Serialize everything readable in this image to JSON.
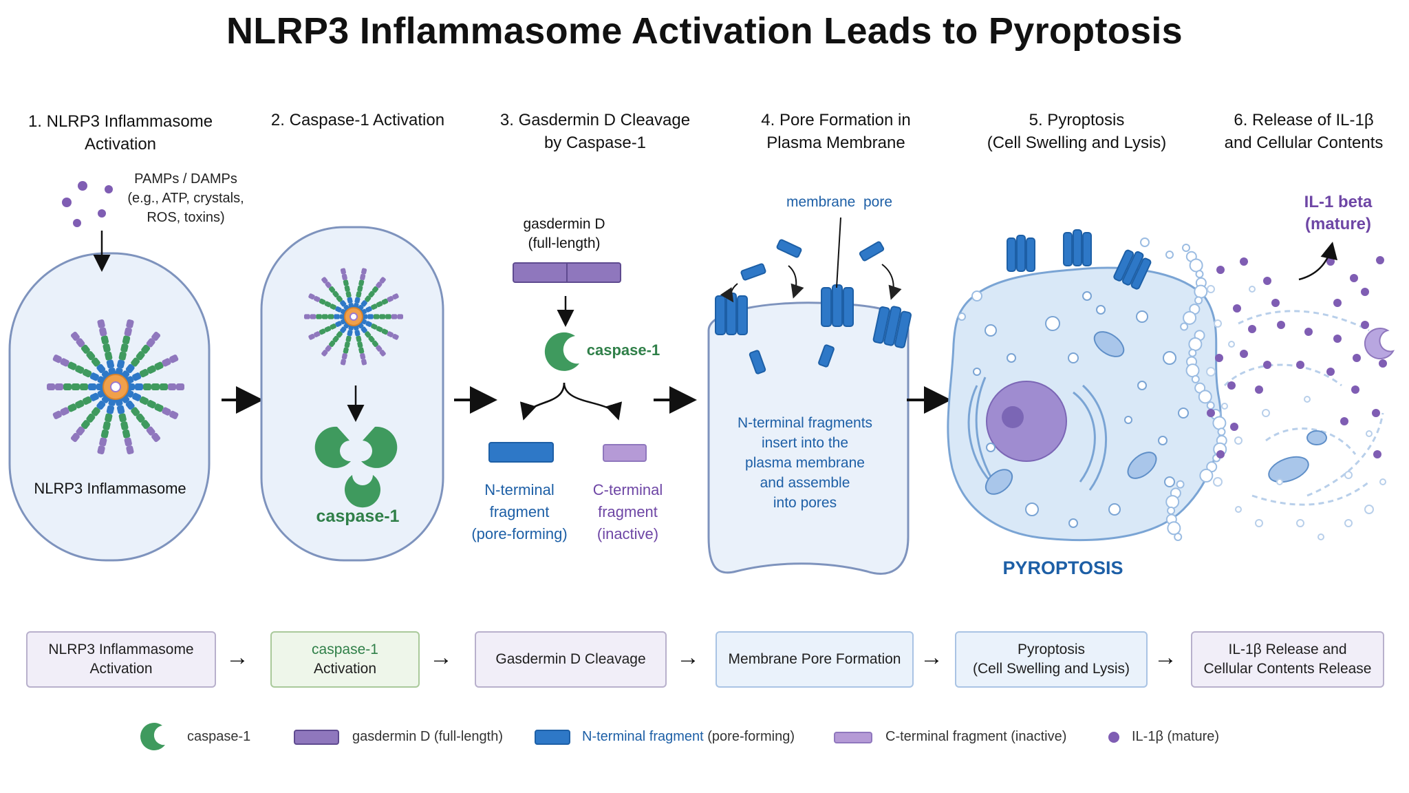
{
  "title": "NLRP3 Inflammasome Activation Leads to Pyroptosis",
  "steps": [
    {
      "line1": "1. NLRP3 Inflammasome",
      "line2": "Activation"
    },
    {
      "line1": "2. Caspase-1 Activation",
      "line2": ""
    },
    {
      "line1": "3. Gasdermin D Cleavage",
      "line2": "by Caspase-1"
    },
    {
      "line1": "4. Pore Formation in",
      "line2": "Plasma Membrane"
    },
    {
      "line1": "5. Pyroptosis",
      "line2": "(Cell Swelling and Lysis)"
    },
    {
      "line1": "6. Release of IL-1β",
      "line2": "and Cellular Contents"
    }
  ],
  "panel1": {
    "pamps_line1": "PAMPs / DAMPs",
    "pamps_line2": "(e.g., ATP, crystals,",
    "pamps_line3": "ROS, toxins)",
    "inflammasome_label": "NLRP3 Inflammasome"
  },
  "panel2": {
    "caspase_label": "caspase-1"
  },
  "panel3": {
    "gsdmd_line1": "gasdermin D",
    "gsdmd_line2": "(full-length)",
    "caspase_label": "caspase-1",
    "nterm_line1": "N-terminal",
    "nterm_line2": "fragment",
    "nterm_line3": "(pore-forming)",
    "cterm_line1": "C-terminal",
    "cterm_line2": "fragment",
    "cterm_line3": "(inactive)"
  },
  "panel4": {
    "pore_label": "membrane  pore",
    "desc_line1": "N-terminal fragments",
    "desc_line2": "insert into the",
    "desc_line3": "plasma membrane",
    "desc_line4": "and assemble",
    "desc_line5": "into pores"
  },
  "panel5": {
    "pyroptosis_label": "PYROPTOSIS"
  },
  "panel6": {
    "il1_line1": "IL-1 beta",
    "il1_line2": "(mature)"
  },
  "flow": [
    {
      "line1": "NLRP3 Inflammasome",
      "line2": "Activation",
      "bg": "#f1eef8"
    },
    {
      "line1": "caspase-1",
      "line2": "Activation",
      "bg": "#eef6ea"
    },
    {
      "line1": "Gasdermin D Cleavage",
      "line2": "",
      "bg": "#f1eef8"
    },
    {
      "line1": "Membrane Pore Formation",
      "line2": "",
      "bg": "#eaf2fb"
    },
    {
      "line1": "Pyroptosis",
      "line2": "(Cell Swelling and Lysis)",
      "bg": "#eaf2fb"
    },
    {
      "line1": "IL-1β Release and",
      "line2": "Cellular Contents Release",
      "bg": "#f1eef8"
    }
  ],
  "flow_arrow": "→",
  "legend": {
    "caspase": "caspase-1",
    "gsdmd": "gasdermin D (full-length)",
    "nterm_a": "N-terminal fragment",
    "nterm_b": " (pore-forming)",
    "cterm": "C-terminal fragment (inactive)",
    "il1b": "IL-1β (mature)"
  },
  "colors": {
    "caspase_green": "#3f9a5e",
    "gsdmd_purple": "#8f77bd",
    "nterm_blue": "#2e78c7",
    "cterm_lilac": "#b59ad6",
    "il1b_dot": "#7f5db3",
    "cell_fill": "#eaf1fa",
    "cell_stroke": "#7e93bd",
    "label_blue": "#1d5fa6",
    "label_purple": "#6e46a5"
  }
}
